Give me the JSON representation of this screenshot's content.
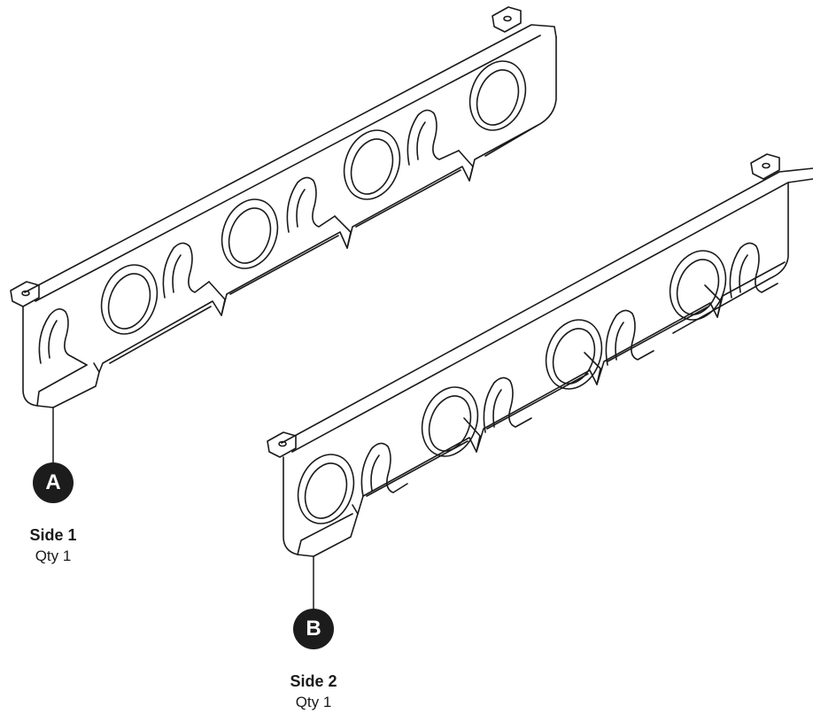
{
  "parts": [
    {
      "letter": "A",
      "name": "Side 1",
      "qty": "Qty 1"
    },
    {
      "letter": "B",
      "name": "Side 2",
      "qty": "Qty 1"
    }
  ],
  "colors": {
    "line": "#1a1a1a",
    "badge": "#1c1c1c",
    "background": "#ffffff"
  }
}
